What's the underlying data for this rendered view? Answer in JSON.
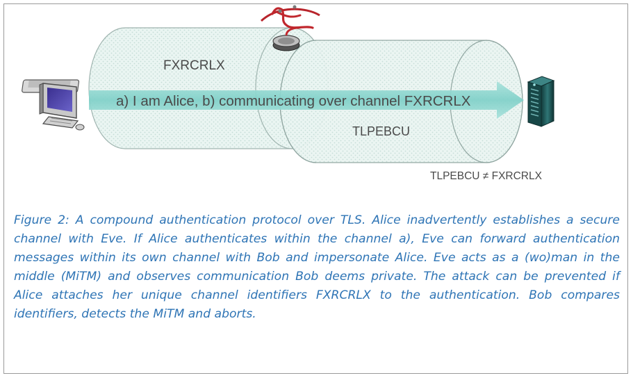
{
  "diagram": {
    "channel_alice_label": "FXRCRLX",
    "channel_bob_label": "TLPEBCU",
    "message_label": "a) I am Alice, b) communicating over channel FXRCRLX",
    "inequality_label": "TLPEBCU ≠ FXRCRLX",
    "icons": {
      "client": "desktop-computer-icon",
      "eavesdropper": "stethoscope-icon",
      "server": "server-tower-icon"
    },
    "colors": {
      "arrow": "#8ed6d0",
      "tube_fill": "#e6f4f1",
      "tube_stroke": "#8fa5a0",
      "stethoscope": "#c0272d",
      "server": "#1e5a5a"
    }
  },
  "caption": {
    "text": "Figure 2: A compound authentication protocol over TLS. Alice inadvertently establishes a secure channel with Eve. If Alice authenticates within the channel a), Eve can forward authentication messages within its own channel with Bob and impersonate Alice. Eve acts as a (wo)man in the middle (MiTM) and observes communication Bob deems private. The attack can be prevented if Alice attaches her unique channel identifiers FXRCRLX to the authentication. Bob compares identifiers, detects the MiTM and aborts."
  }
}
